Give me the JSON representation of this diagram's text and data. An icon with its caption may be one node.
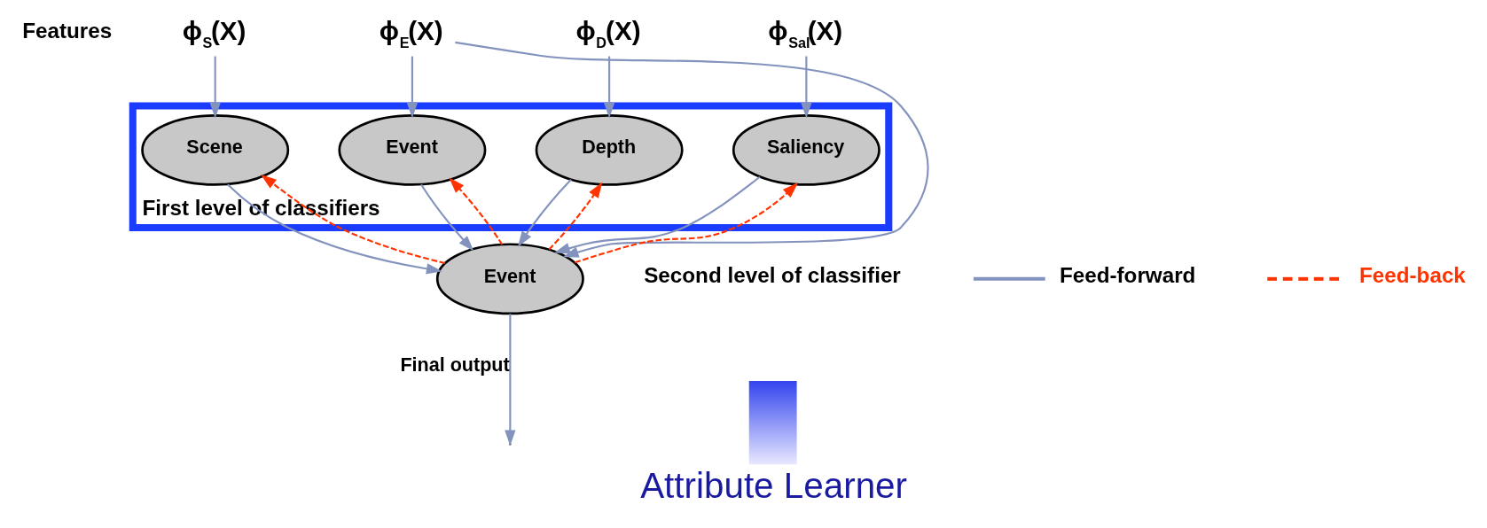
{
  "diagram": {
    "nodes": [
      {
        "text": [
          "ϕ$_{S}$(X)"
        ]
      },
      {
        "text": [
          "ϕ$_{D}$(X)"
        ]
      },
      {
        "text": [
          "ϕ$_{E}$(X)"
        ]
      },
      {
        "text": [
          "ϕ$_{Sal}$(X)"
        ]
      },
      {
        "text": [
          "First level of classifiers"
        ]
      },
      {
        "text": [
          "Scene"
        ],
        "in": 4
      },
      {
        "text": [
          "Depth"
        ],
        "in": 4
      },
      {
        "text": [
          "Event"
        ],
        "in": 4
      },
      {
        "text": [
          "Saliency"
        ],
        "in": 4
      },
      {
        "text": [
          "Event"
        ]
      }
    ],
    "edges": [
      {
        "from": 0,
        "to": 5,
        "arrow": "to"
      },
      {
        "from": 1,
        "to": 6,
        "arrow": "to"
      },
      {
        "from": 2,
        "to": 7,
        "arrow": "to"
      },
      {
        "from": 3,
        "to": 8,
        "arrow": "to"
      },
      {
        "from": 2,
        "to": 9,
        "arrow": "to"
      },
      {
        "from": 5,
        "to": 9,
        "arrow": "to"
      },
      {
        "from": 6,
        "to": 9,
        "arrow": "to"
      },
      {
        "from": 7,
        "to": 9,
        "arrow": "to"
      },
      {
        "from": 8,
        "to": 9,
        "arrow": "to"
      },
      {
        "from": 9,
        "to": 5,
        "arrow": "to",
        "style": "dashed",
        "color": "#ff3300"
      },
      {
        "from": 9,
        "to": 6,
        "arrow": "to",
        "style": "dashed",
        "color": "#ff3300"
      },
      {
        "from": 9,
        "to": 7,
        "arrow": "to",
        "style": "dashed",
        "color": "#ff3300"
      },
      {
        "from": 9,
        "to": 8,
        "arrow": "to",
        "style": "dashed",
        "color": "#ff3300"
      },
      {
        "from": 9,
        "to": null,
        "arrow": "to",
        "label": "Final output"
      }
    ],
    "labels": [
      "Features",
      "Second level of classifier",
      "Attribute Learner"
    ],
    "legend": [
      {
        "text": "Feed-forward"
      },
      {
        "text": "Feed-back"
      }
    ]
  }
}
